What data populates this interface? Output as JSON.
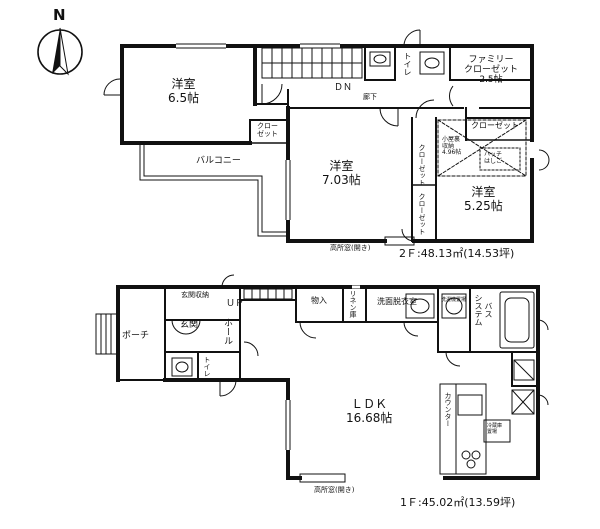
{
  "compass": {
    "north": "N"
  },
  "floor2": {
    "area": "2Ｆ:48.13㎡(14.53坪)",
    "rooms": {
      "western_a": {
        "name": "洋室",
        "size": "6.5帖"
      },
      "western_b": {
        "name": "洋室",
        "size": "7.03帖"
      },
      "western_c": {
        "name": "洋室",
        "size": "5.25帖"
      },
      "family_closet": {
        "name": "ファミリー",
        "name2": "クローゼット",
        "size": "2.5帖"
      }
    },
    "labels": {
      "dn": "ＤＮ",
      "hallway": "廊下",
      "toilet": "トイレ",
      "closet_left_1": "クロー",
      "closet_left_2": "ゼット",
      "closet_top": "クローゼット",
      "closet_v1": "クローゼット",
      "closet_v2": "クローゼット",
      "attic_1": "小屋裏",
      "attic_2": "収納",
      "attic_3": "4.96帖",
      "hatch_1": "ハッチ",
      "hatch_2": "はしご",
      "balcony": "バルコニー",
      "high_window": "高所窓(開き)"
    }
  },
  "floor1": {
    "area": "1Ｆ:45.02㎡(13.59坪)",
    "rooms": {
      "ldk": {
        "name": "ＬＤＫ",
        "size": "16.68帖"
      }
    },
    "labels": {
      "shoe_storage": "玄関収納",
      "up": "ＵＰ",
      "storage": "物入",
      "linen": "リネン庫",
      "wash_room": "洗面脱衣室",
      "washer": "洗濯機置場",
      "bath_1": "システム",
      "bath_2": "バス",
      "porch": "ポーチ",
      "entrance": "玄関",
      "hall": "ホール",
      "toilet": "トイレ",
      "counter": "カウンター",
      "fridge_1": "冷蔵庫",
      "fridge_2": "置場",
      "high_window": "高所窓(開き)"
    }
  }
}
